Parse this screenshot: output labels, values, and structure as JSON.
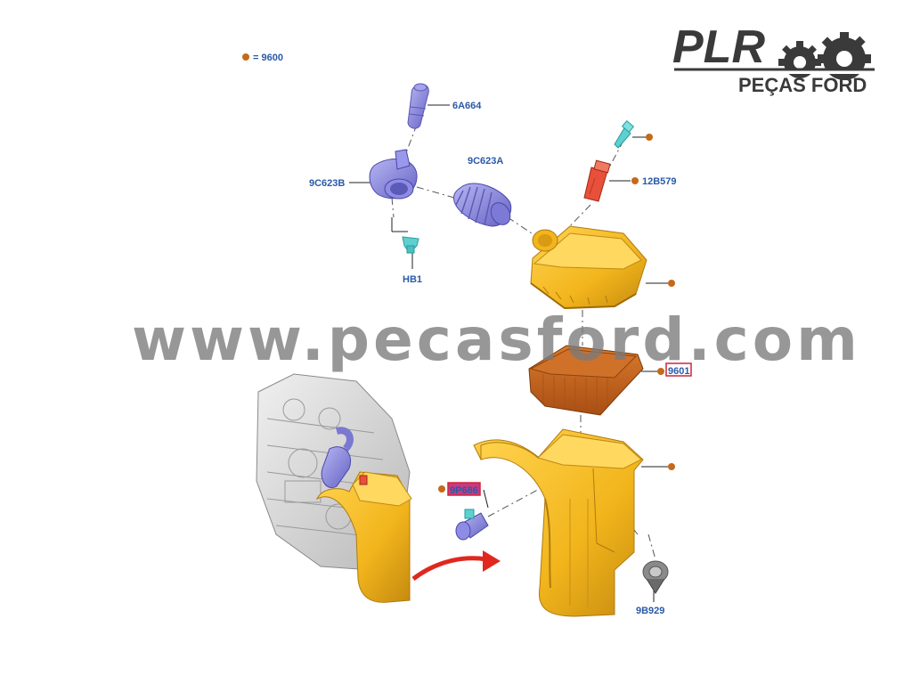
{
  "legend": {
    "dot_color": "#c46a1a",
    "text": "= 9600"
  },
  "logo": {
    "main": "PLR",
    "sub": "PEÇAS FORD",
    "icon": "gears-icon"
  },
  "watermark": "www.pecasford.com",
  "parts": [
    {
      "id": "6A664",
      "name": "intake-duct-elbow"
    },
    {
      "id": "9C623B",
      "name": "intake-resonator"
    },
    {
      "id": "9C623A",
      "name": "intake-bellows-hose"
    },
    {
      "id": "12B579",
      "name": "maf-sensor"
    },
    {
      "id": "HB1",
      "name": "push-clip"
    },
    {
      "id": "9601",
      "name": "air-filter-element",
      "highlight": true
    },
    {
      "id": "9P686",
      "name": "pressure-sensor",
      "highlight": true
    },
    {
      "id": "9B929",
      "name": "grommet"
    }
  ],
  "colors": {
    "label": "#2a5aa8",
    "housing": "#f2b51c",
    "filter": "#c8651e",
    "hose": "#8c8ae0",
    "clip": "#5fd0d0",
    "sensor": "#e8503a",
    "arrow": "#e0281e",
    "highlight_box": "#d0243c"
  }
}
